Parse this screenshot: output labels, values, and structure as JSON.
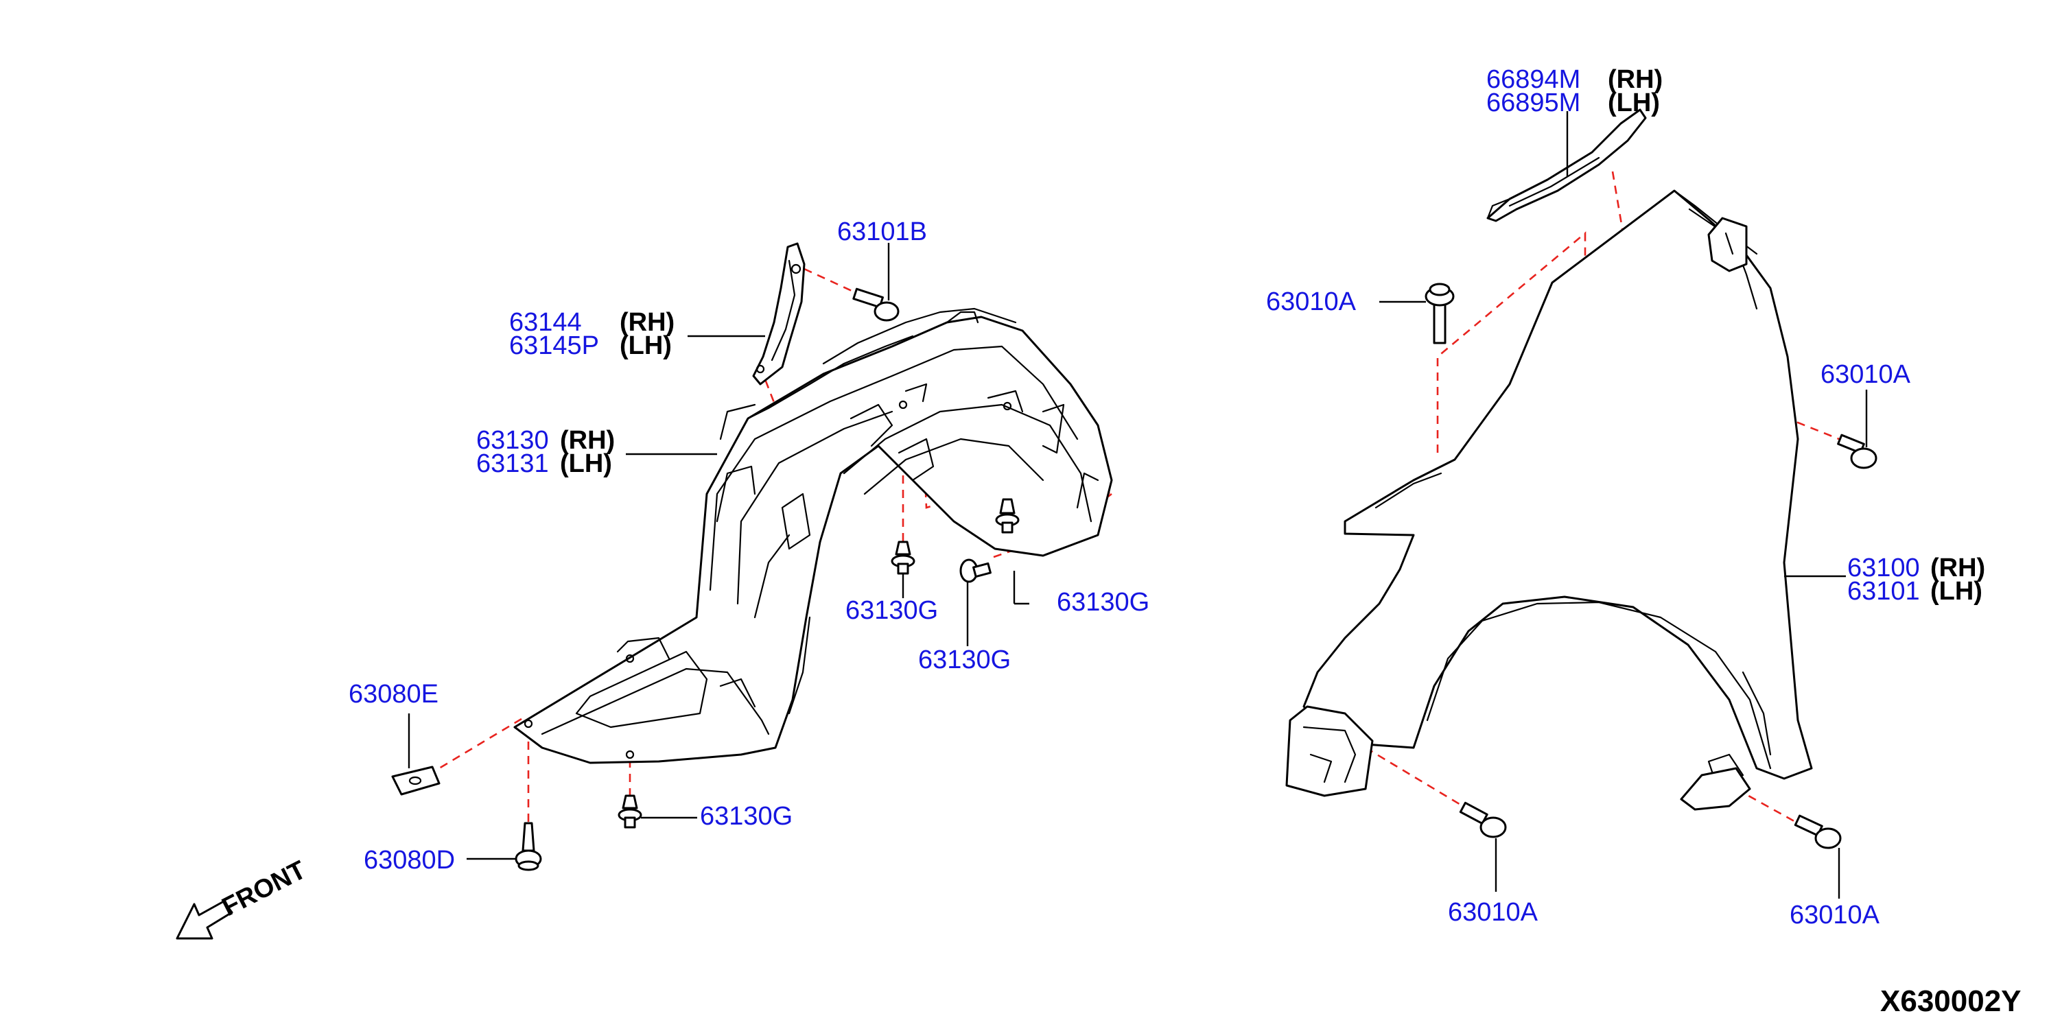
{
  "labels": {
    "p66894m": "66894M",
    "p66895m": "66895M",
    "p63101b": "63101B",
    "p63144": "63144",
    "p63145p": "63145P",
    "p63130": "63130",
    "p63131": "63131",
    "p63010a_top": "63010A",
    "p63010a_right": "63010A",
    "p63100": "63100",
    "p63101": "63101",
    "p63130g_center": "63130G",
    "p63130g_right": "63130G",
    "p63130g_lower": "63130G",
    "p63130g_bottom": "63130G",
    "p63080e": "63080E",
    "p63080d": "63080D",
    "p63010a_bl": "63010A",
    "p63010a_br": "63010A"
  },
  "sides": {
    "rh": "(RH)",
    "lh": "(LH)"
  },
  "front": "FRONT",
  "diagram_code": "X630002Y",
  "colors": {
    "part_number": "#1515e0",
    "dashed_guide": "#e8231e",
    "line_art": "#000000"
  }
}
